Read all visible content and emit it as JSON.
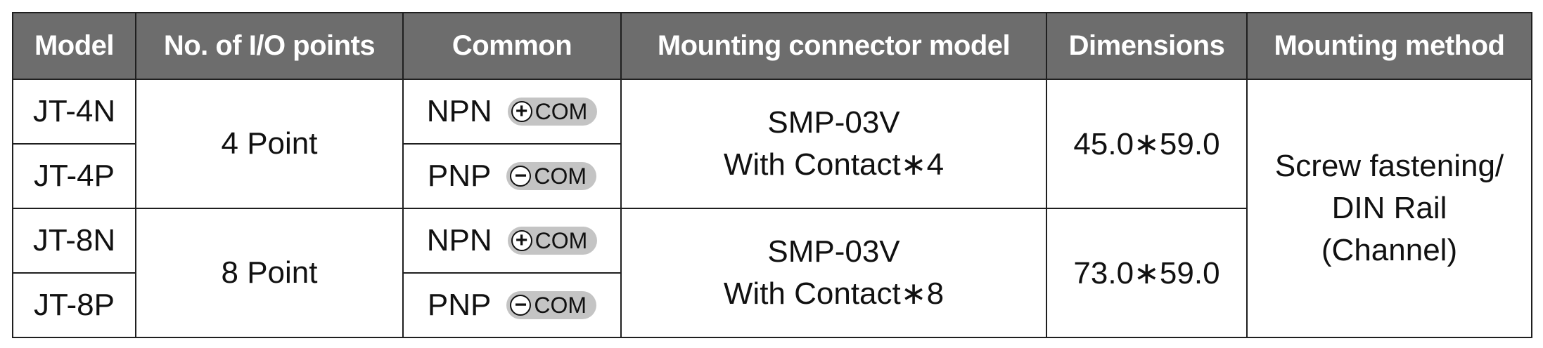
{
  "headers": [
    "Model",
    "No. of I/O points",
    "Common",
    "Mounting connector model",
    "Dimensions",
    "Mounting method"
  ],
  "rows": [
    {
      "model": "JT-4N",
      "common_type": "NPN",
      "com_sign": "+",
      "com_label": "COM"
    },
    {
      "model": "JT-4P",
      "common_type": "PNP",
      "com_sign": "−",
      "com_label": "COM"
    },
    {
      "model": "JT-8N",
      "common_type": "NPN",
      "com_sign": "+",
      "com_label": "COM"
    },
    {
      "model": "JT-8P",
      "common_type": "PNP",
      "com_sign": "−",
      "com_label": "COM"
    }
  ],
  "groups": [
    {
      "io_points": "4 Point",
      "connector_line1": "SMP-03V",
      "connector_line2": "With Contact∗4",
      "dimensions": "45.0∗59.0"
    },
    {
      "io_points": "8 Point",
      "connector_line1": "SMP-03V",
      "connector_line2": "With Contact∗8",
      "dimensions": "73.0∗59.0"
    }
  ],
  "mounting_method": {
    "line1": "Screw fastening/",
    "line2": "DIN Rail",
    "line3": "(Channel)"
  },
  "colors": {
    "header_bg": "#6d6d6d",
    "header_text": "#ffffff",
    "border": "#1f1f1f",
    "badge_bg": "#c4c4c4"
  }
}
